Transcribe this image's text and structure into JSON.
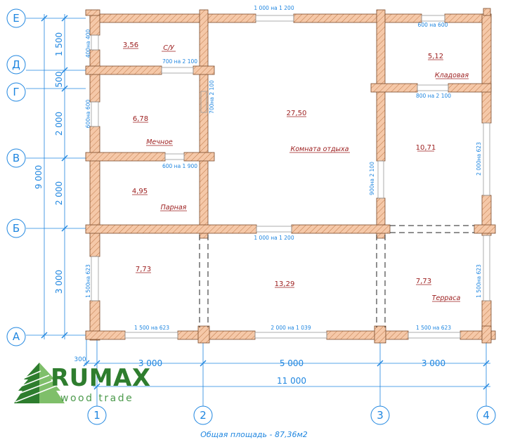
{
  "plan": {
    "caption": "Общая площадь - 87,36м2",
    "axes_letters": [
      "Е",
      "Д",
      "Г",
      "В",
      "Б",
      "А"
    ],
    "axes_numbers": [
      "1",
      "2",
      "3",
      "4"
    ],
    "rooms": [
      {
        "key": "su",
        "area": "3,56",
        "name": "С/У"
      },
      {
        "key": "kladovaya",
        "area": "5,12",
        "name": "Кладовая"
      },
      {
        "key": "mechnoe",
        "area": "6,78",
        "name": "Мечное"
      },
      {
        "key": "komnata",
        "area": "27,50",
        "name": "Комната отдыха"
      },
      {
        "key": "right_mid",
        "area": "10,71",
        "name": ""
      },
      {
        "key": "parnaya",
        "area": "4,95",
        "name": "Парная"
      },
      {
        "key": "ll",
        "area": "7,73",
        "name": ""
      },
      {
        "key": "center",
        "area": "13,29",
        "name": ""
      },
      {
        "key": "terrasa",
        "area": "7,73",
        "name": "Терраса"
      }
    ],
    "openings": [
      "1 000 на 1 200",
      "600 на 600",
      "400на 400",
      "700 на 2 100",
      "800 на 2 100",
      "600на 600",
      "700на 2 100",
      "600 на 1 900",
      "900на 2 100",
      "2 000на 623",
      "1 000 на 1 200",
      "1 500на 623",
      "1 500на 623",
      "1 500 на 623",
      "2 000 на 1 039",
      "1 500 на 623"
    ],
    "dims_vertical": [
      "1 500",
      "500",
      "2 000",
      "2 000",
      "3 000"
    ],
    "dim_vertical_total": "9 000",
    "dims_horizontal": [
      "3 000",
      "5 000",
      "3 000"
    ],
    "dim_horizontal_total": "11 000",
    "dim_small": "300"
  },
  "logo": {
    "word": "RUMAX",
    "sub": "wood trade",
    "colors": {
      "dark": "#2e7d2e",
      "light": "#7fbf6a"
    }
  },
  "colors": {
    "wall": "#f5c8a8",
    "hatch": "#c07a4a",
    "dim_blue": "#1f86e0",
    "label_red": "#9b1c1c"
  }
}
